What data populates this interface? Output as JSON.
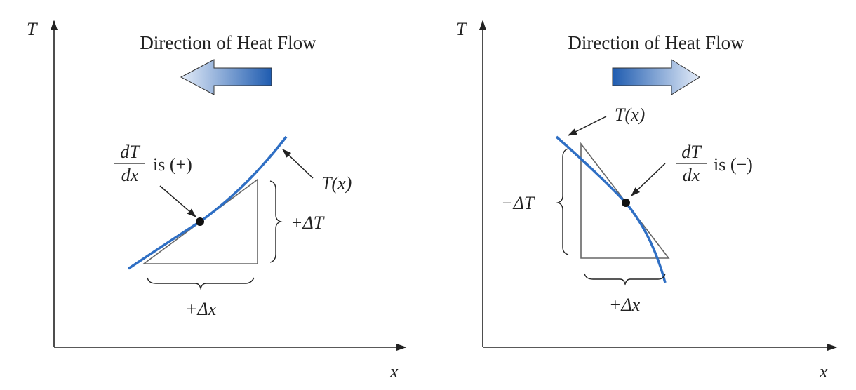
{
  "colors": {
    "curve": "#2f6fc4",
    "arrow_dark": "#1f5cb0",
    "arrow_light": "#e4ecf8",
    "ink": "#222222"
  },
  "left_panel": {
    "y_axis_label": "T",
    "x_axis_label": "x",
    "title": "Direction of Heat Flow",
    "flow_direction": "left",
    "curve_label": "T(x)",
    "slope_num": "dT",
    "slope_den": "dx",
    "slope_sign": "is (+)",
    "delta_t_label": "+ΔT",
    "delta_x_label": "+Δx"
  },
  "right_panel": {
    "y_axis_label": "T",
    "x_axis_label": "x",
    "title": "Direction of Heat Flow",
    "flow_direction": "right",
    "curve_label": "T(x)",
    "slope_num": "dT",
    "slope_den": "dx",
    "slope_sign": "is (−)",
    "delta_t_label": "−ΔT",
    "delta_x_label": "+Δx"
  }
}
